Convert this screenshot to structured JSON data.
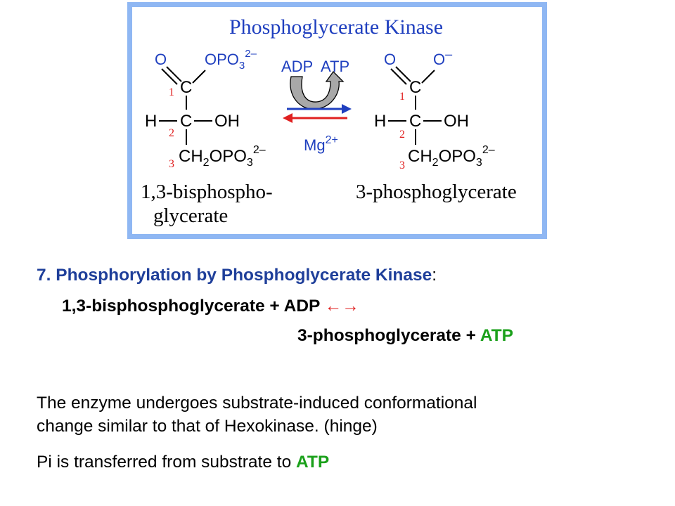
{
  "figure": {
    "title": "Phosphoglycerate Kinase",
    "left": {
      "o": "O",
      "opo": "OPO",
      "sub3": "3",
      "charge": "2–",
      "c": "C",
      "h": "H",
      "oh": "OH",
      "ch": "CH",
      "sub2": "2",
      "opo2": "OPO",
      "sub3b": "3",
      "charge2": "2–",
      "n1": "1",
      "n2": "2",
      "n3": "3",
      "name_line1": "1,3-bisphospho-",
      "name_line2": "glycerate"
    },
    "arrows": {
      "adp": "ADP",
      "atp": "ATP",
      "mg": "Mg",
      "mg_charge": "2+"
    },
    "right": {
      "o": "O",
      "ominus": "O",
      "minus": "–",
      "c": "C",
      "h": "H",
      "oh": "OH",
      "ch": "CH",
      "sub2": "2",
      "opo": "OPO",
      "sub3": "3",
      "charge": "2–",
      "n1": "1",
      "n2": "2",
      "n3": "3",
      "name": "3-phosphoglycerate"
    }
  },
  "text": {
    "heading_num": "7.",
    "heading_title": "Phosphorylation by Phosphoglycerate Kinase",
    "heading_colon": ":",
    "eq_left": "1,3-bisphosphoglycerate + ADP",
    "eq_arrows": "←→",
    "eq_right_prefix": "3-phosphoglycerate + ",
    "eq_right_atp": "ATP",
    "para1_line1": "The enzyme undergoes substrate-induced conformational",
    "para1_line2": "change similar to that of Hexokinase.  (hinge)",
    "para2_prefix": "Pi is transferred from substrate to ",
    "para2_atp": "ATP"
  },
  "colors": {
    "frame": "#8fb7f3",
    "heading": "#1f3f9a",
    "atp_green": "#1aa01a",
    "arrow_red": "#e02020",
    "arrow_blue": "#1f3fbf",
    "atom_numbers": "#e02020",
    "curved_arrow": "#a8a8a8"
  }
}
